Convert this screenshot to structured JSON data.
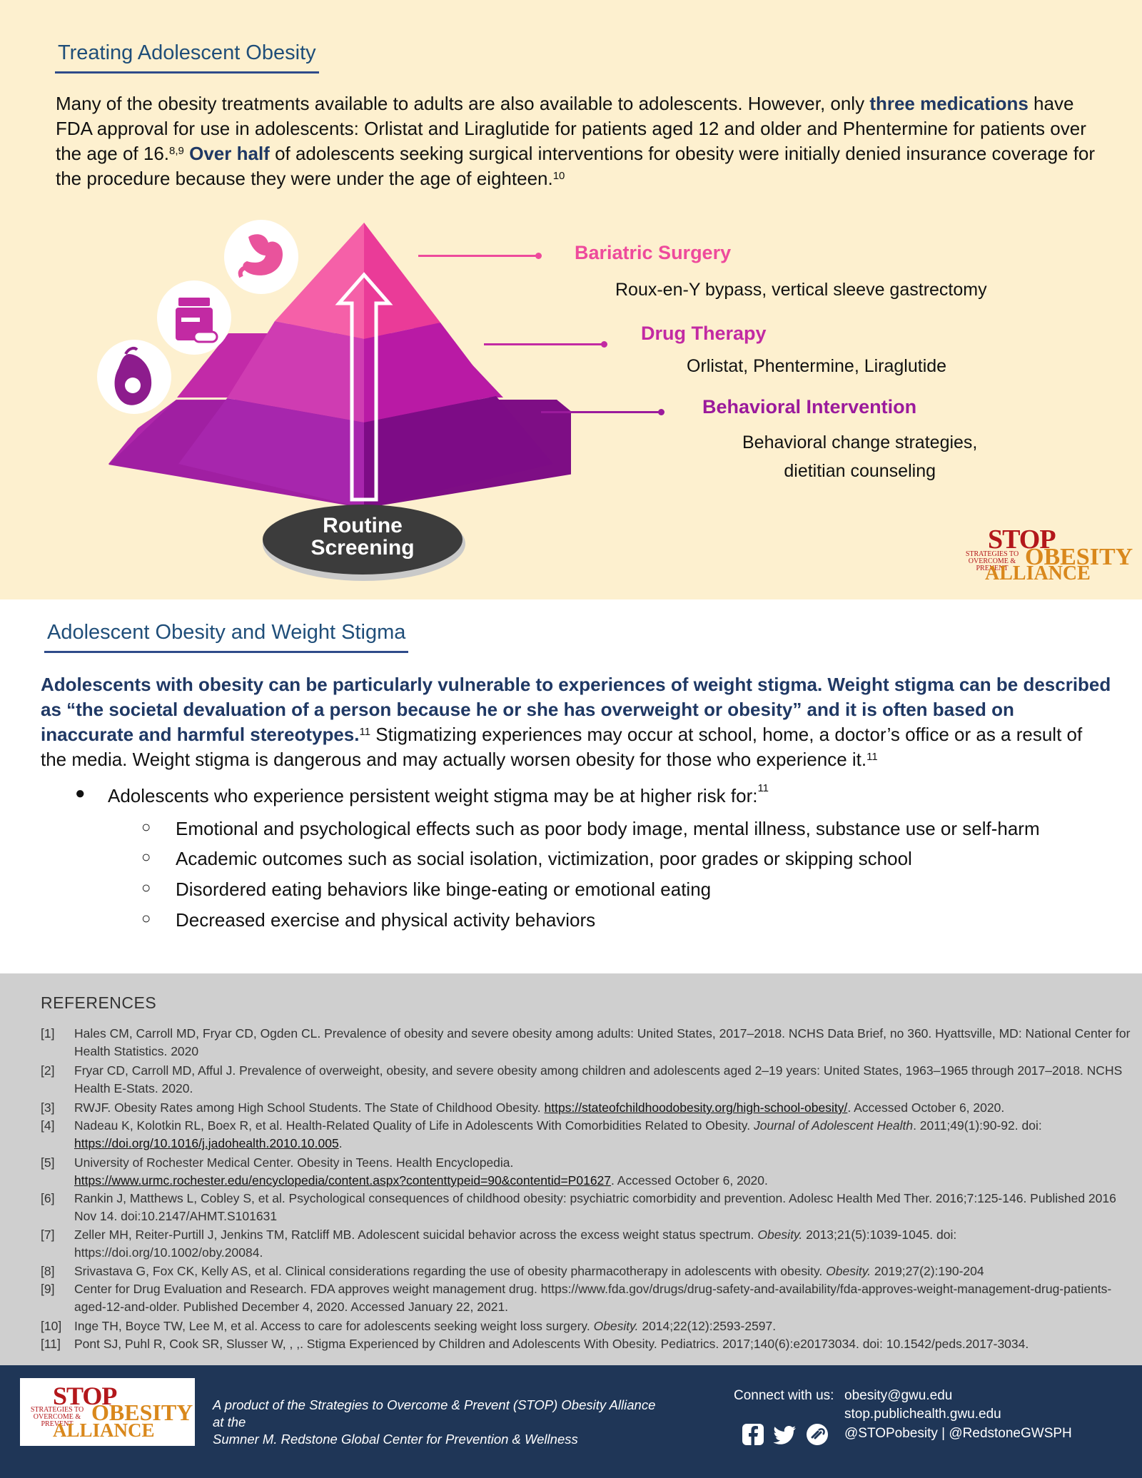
{
  "section1": {
    "title": "Treating Adolescent Obesity",
    "para_a": "Many of the obesity treatments available to adults are also available to adolescents. However, only ",
    "para_b": "three medications",
    "para_c": " have FDA approval for use in adolescents: Orlistat and Liraglutide for patients aged 12 and older and Phentermine for patients over the age of 16.",
    "para_sup1": "8,9",
    "para_d": " ",
    "para_e": "Over half",
    "para_f": " of adolescents seeking surgical interventions for obesity were initially denied insurance coverage for the procedure because they were under the age of eighteen.",
    "para_sup2": "10",
    "pyramid": {
      "base_line1": "Routine",
      "base_line2": "Screening",
      "tiers": [
        {
          "label": "Bariatric Surgery",
          "desc": "Roux-en-Y bypass, vertical sleeve gastrectomy",
          "color": "#ee4a9c"
        },
        {
          "label": "Drug Therapy",
          "desc": "Orlistat, Phentermine, Liraglutide",
          "color": "#c22aa3"
        },
        {
          "label": "Behavioral Intervention",
          "desc1": "Behavioral change strategies,",
          "desc2": "dietitian counseling",
          "color": "#9b1a9c"
        }
      ],
      "icons": [
        "stomach-icon",
        "pill-bottle-icon",
        "avocado-icon"
      ]
    }
  },
  "logo": {
    "stop": "STOP",
    "small1": "STRATEGIES TO",
    "small2": "OVERCOME & PREVENT",
    "obesity": "OBESITY",
    "alliance": "ALLIANCE"
  },
  "section2": {
    "title": "Adolescent Obesity and Weight Stigma",
    "bold_text": "Adolescents with obesity can be particularly vulnerable to experiences of weight stigma. Weight stigma can be described as “the societal devaluation of a person because he or she has overweight or obesity” and it is often based on inaccurate and harmful stereotypes.",
    "sup_a": "11",
    "plain_text": " Stigmatizing experiences may occur at school, home, a doctor’s office or as a result of the media. Weight stigma is dangerous and may actually worsen obesity for those who experience it.",
    "sup_b": "11",
    "bullet": "Adolescents who experience persistent weight stigma may be at higher risk for:",
    "bullet_sup": "11",
    "subbullets": [
      "Emotional and psychological effects such as poor body image, mental illness, substance use or self-harm",
      "Academic outcomes such as social isolation, victimization, poor grades or skipping school",
      "Disordered eating behaviors like binge-eating or emotional eating",
      "Decreased exercise and physical activity behaviors"
    ]
  },
  "references": {
    "title": "REFERENCES",
    "items": [
      {
        "n": "[1]",
        "text": "Hales CM, Carroll MD, Fryar CD, Ogden CL. Prevalence of obesity and severe obesity among adults: United States, 2017–2018. NCHS Data Brief, no 360. Hyattsville, MD: National Center for Health Statistics. 2020"
      },
      {
        "n": "[2]",
        "text": "Fryar CD, Carroll MD, Afful J. Prevalence of overweight, obesity, and severe obesity among children and adolescents aged 2–19 years: United States, 1963–1965 through 2017–2018. NCHS Health E-Stats. 2020."
      },
      {
        "n": "[3]",
        "a": "RWJF. Obesity Rates among High School Students. The State of Childhood Obesity. ",
        "link": "https://stateofchildhoodobesity.org/high-school-obesity/",
        "b": ". Accessed October 6, 2020."
      },
      {
        "n": "[4]",
        "a": "Nadeau K, Kolotkin RL, Boex R, et al. Health-Related Quality of Life in Adolescents With Comorbidities Related to Obesity. ",
        "it": "Journal of Adolescent Health",
        "b": ". 2011;49(1):90-92. doi: ",
        "link": "https://doi.org/10.1016/j.jadohealth.2010.10.005",
        "c": "."
      },
      {
        "n": "[5]",
        "a": "University of Rochester Medical Center. Obesity in Teens. Health Encyclopedia.",
        "link": "https://www.urmc.rochester.edu/encyclopedia/content.aspx?contenttypeid=90&contentid=P01627",
        "b": ". Accessed October 6, 2020."
      },
      {
        "n": "[6]",
        "text": "Rankin J, Matthews L, Cobley S, et al. Psychological consequences of childhood obesity: psychiatric comorbidity and prevention. Adolesc Health Med Ther. 2016;7:125-146. Published 2016 Nov 14. doi:10.2147/AHMT.S101631"
      },
      {
        "n": "[7]",
        "a": "Zeller MH, Reiter-Purtill J, Jenkins TM, Ratcliff MB. Adolescent suicidal behavior across the excess weight status spectrum. ",
        "it": "Obesity.",
        "b": " 2013;21(5):1039-1045. doi: https://doi.org/10.1002/oby.20084."
      },
      {
        "n": "[8]",
        "a": "Srivastava G, Fox CK, Kelly AS, et al. Clinical considerations regarding the use of obesity pharmacotherapy in adolescents with obesity. ",
        "it": "Obesity.",
        "b": " 2019;27(2):190-204"
      },
      {
        "n": "[9]",
        "text": "Center for Drug Evaluation and Research. FDA approves weight management drug. https://www.fda.gov/drugs/drug-safety-and-availability/fda-approves-weight-management-drug-patients-aged-12-and-older. Published December 4, 2020. Accessed January 22, 2021."
      },
      {
        "n": "[10]",
        "a": "Inge TH, Boyce TW, Lee M, et al. Access to care for adolescents seeking weight loss surgery. ",
        "it": "Obesity.",
        "b": " 2014;22(12):2593-2597."
      },
      {
        "n": "[11]",
        "text": "Pont SJ, Puhl R, Cook SR, Slusser W, , ,. Stigma Experienced by Children and Adolescents With Obesity. Pediatrics. 2017;140(6):e20173034. doi: 10.1542/peds.2017-3034."
      }
    ]
  },
  "footer": {
    "text1": "A product of the Strategies to Overcome & Prevent (STOP) Obesity Alliance at the",
    "text2": "Sumner M. Redstone Global Center for Prevention & Wellness",
    "connect": "Connect with us:",
    "email": "obesity@gwu.edu",
    "site": "stop.publichealth.gwu.edu",
    "handles": "@STOPobesity | @RedstoneGWSPH",
    "icons": [
      "facebook-icon",
      "twitter-icon",
      "link-icon"
    ]
  },
  "colors": {
    "background": "#fdf0cf",
    "heading_blue": "#1f4e79",
    "bold_blue": "#1f3864",
    "footer_navy": "#1f3657",
    "references_gray": "#cfcfcf"
  }
}
